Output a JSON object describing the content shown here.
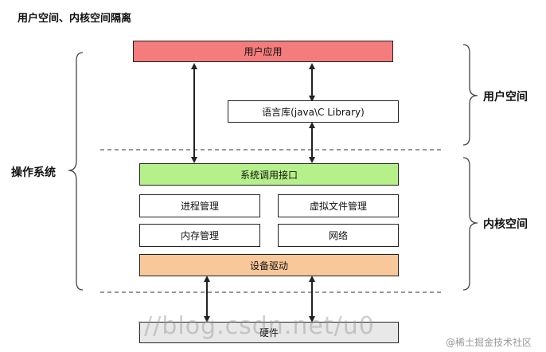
{
  "title": "用户空间、内核空间隔离",
  "boxes": {
    "user_app": "用户应用",
    "lang_lib": "语言库(java\\C Library)",
    "syscall": "系统调用接口",
    "process_mgmt": "进程管理",
    "vfs_mgmt": "虚拟文件管理",
    "memory_mgmt": "内存管理",
    "network": "网络",
    "device_driver": "设备驱动",
    "hardware": "硬件"
  },
  "labels": {
    "os": "操作系统",
    "user_space": "用户空间",
    "kernel_space": "内核空间"
  },
  "watermark": "://blog.csdn.net/u0",
  "credit": "@稀土掘金技术社区",
  "colors": {
    "user_app": "#f47c7c",
    "syscall": "#b6f08a",
    "device_driver": "#f8c89a",
    "hardware": "#e8e8e8",
    "white": "#ffffff"
  }
}
